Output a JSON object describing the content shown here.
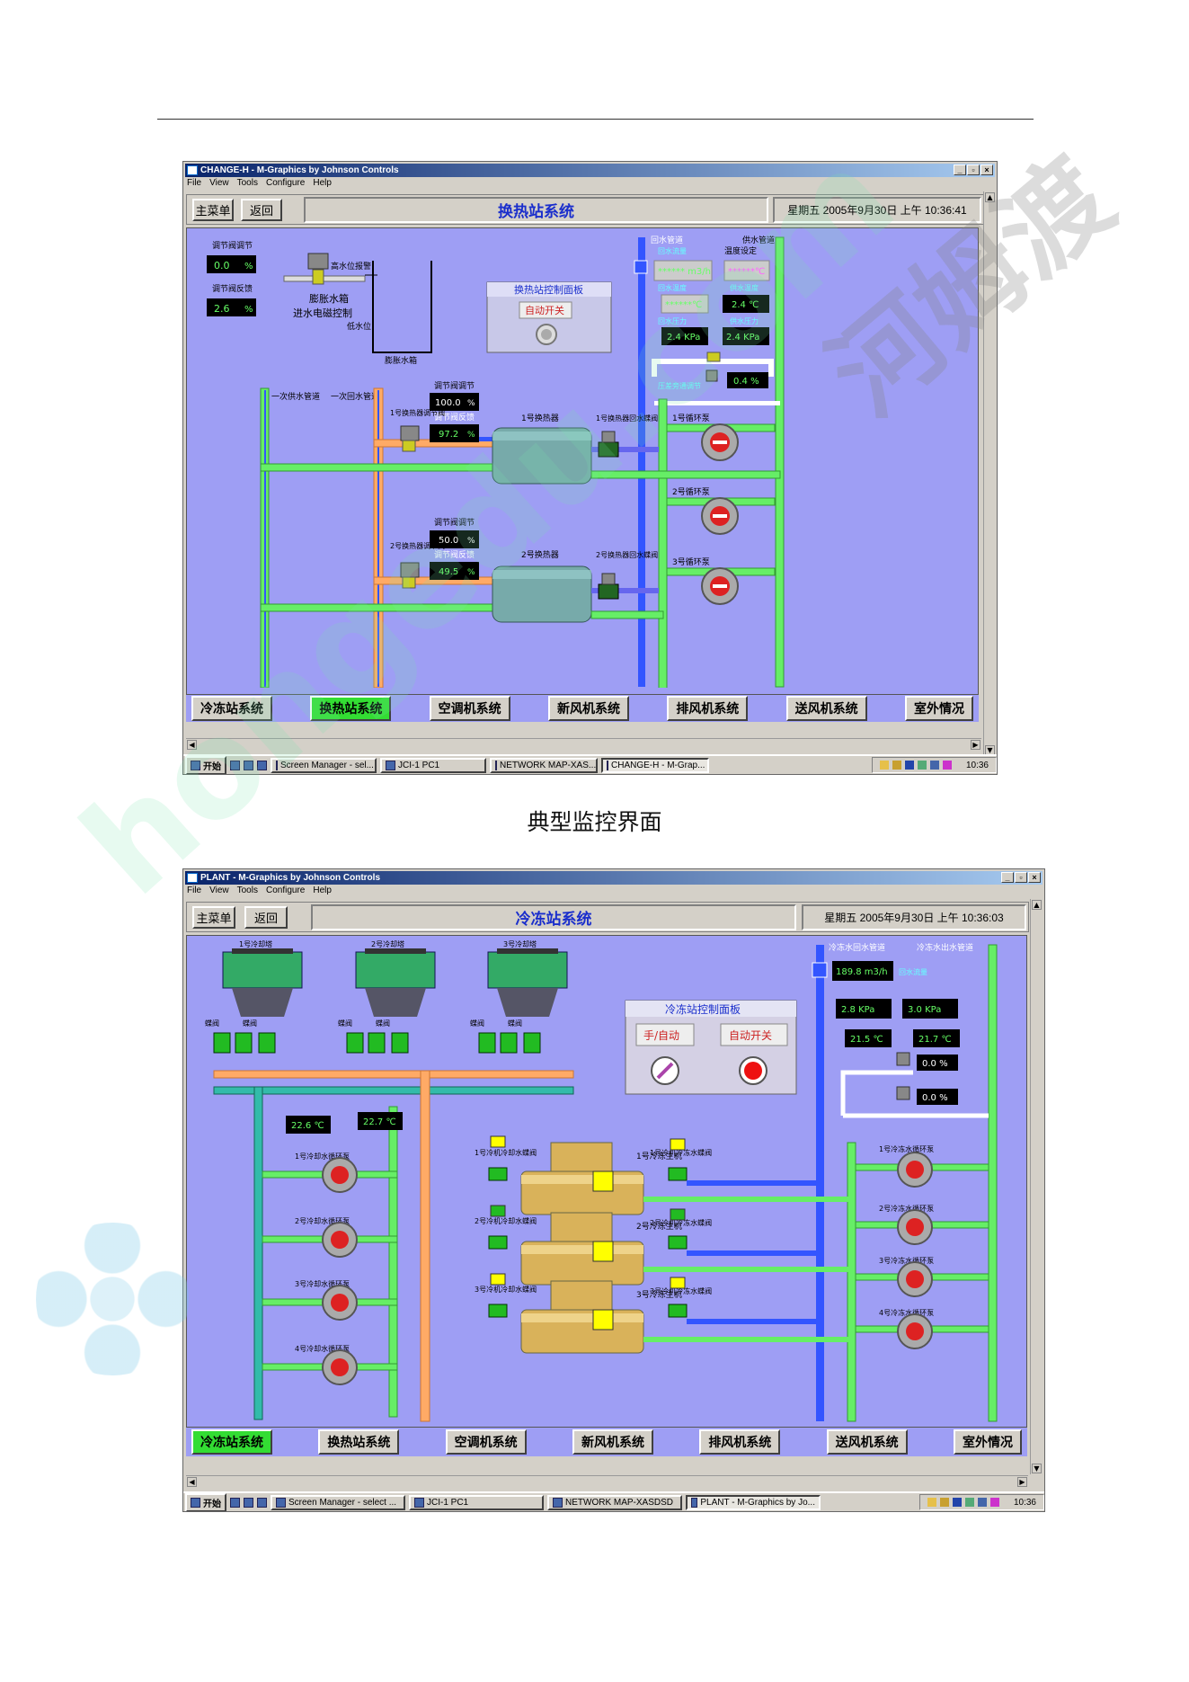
{
  "caption": "典型监控界面",
  "win1": {
    "title": "CHANGE-H - M-Graphics by Johnson Controls",
    "menu": [
      "File",
      "View",
      "Tools",
      "Configure",
      "Help"
    ],
    "btn_main": "主菜单",
    "btn_back": "返回",
    "page_title": "换热站系统",
    "datetime": "星期五  2005年9月30日  上午 10:36:41",
    "labels": {
      "reg_adjust": "调节阀调节",
      "reg_feedback": "调节阀反馈",
      "tank_l1": "膨胀水箱",
      "tank_l2": "进水电磁控制",
      "high_level": "高水位报警",
      "low_level": "低水位",
      "tank": "膨胀水箱",
      "panel_title": "换热站控制面板",
      "panel_btn": "自动开关",
      "return_pipe": "回水管道",
      "supply_pipe": "供水管道",
      "temp_set": "温度设定",
      "flow": "回水流量",
      "ret_temp": "回水温度",
      "sup_temp": "供水温度",
      "ret_press": "回水压力",
      "sup_press": "供水压力",
      "bypass": "压差旁通调节",
      "pri_supply": "一次供水管道",
      "pri_return": "一次回水管道",
      "hx1_valve": "1号换热器调节阀",
      "hx2_valve": "2号换热器调节阀",
      "hx1": "1号换热器",
      "hx2": "2号换热器",
      "hx1_ret": "1号换热器回水蝶阀",
      "hx2_ret": "2号换热器回水蝶阀",
      "pump1": "1号循环泵",
      "pump2": "2号循环泵",
      "pump3": "3号循环泵",
      "reg_adj2": "调节阀调节",
      "reg_fb2": "调节阀反馈"
    },
    "values": {
      "reg_adjust": "0.0",
      "reg_feedback": "2.6",
      "pct": "%",
      "flow": "****** m3/h",
      "temp_set": "******℃",
      "ret_temp": "******℃",
      "sup_temp": "2.4 ℃",
      "ret_press": "2.4 KPa",
      "sup_press": "2.4 KPa",
      "bypass": "0.4 %",
      "hx1_adj": "100.0",
      "hx1_fb": "97.2",
      "hx2_adj": "50.0",
      "hx2_fb": "49.5"
    },
    "nav": [
      "冷冻站系统",
      "换热站系统",
      "空调机系统",
      "新风机系统",
      "排风机系统",
      "送风机系统",
      "室外情况"
    ],
    "nav_active": 1,
    "taskbar": {
      "start": "开始",
      "items": [
        "Screen Manager - sel...",
        "JCI-1    PC1",
        "NETWORK MAP-XAS...",
        "CHANGE-H - M-Grap..."
      ],
      "clock": "10:36"
    }
  },
  "win2": {
    "title": "PLANT - M-Graphics by Johnson Controls",
    "menu": [
      "File",
      "View",
      "Tools",
      "Configure",
      "Help"
    ],
    "btn_main": "主菜单",
    "btn_back": "返回",
    "page_title": "冷冻站系统",
    "datetime": "星期五  2005年9月30日  上午 10:36:03",
    "labels": {
      "tower1": "1号冷却塔",
      "tower2": "2号冷却塔",
      "tower3": "3号冷却塔",
      "valve": "蝶阀",
      "panel_title": "冷冻站控制面板",
      "manual_auto": "手/自动",
      "auto_switch": "自动开关",
      "ret_pipe": "冷冻水回水管道",
      "sup_pipe": "冷冻水出水管道",
      "flow": "回水流量",
      "cw1": "1号冷却水循环泵",
      "cw2": "2号冷却水循环泵",
      "cw3": "3号冷却水循环泵",
      "cw4": "4号冷却水循环泵",
      "ch1": "1号冷冻主机",
      "ch2": "2号冷冻主机",
      "ch3": "3号冷冻主机",
      "cv1": "1号冷机冷却水蝶阀",
      "cv2": "2号冷机冷却水蝶阀",
      "cv3": "3号冷机冷却水蝶阀",
      "ev1": "1号冷机冷冻水蝶阀",
      "ev2": "2号冷机冷冻水蝶阀",
      "ev3": "3号冷机冷冻水蝶阀",
      "chw1": "1号冷冻水循环泵",
      "chw2": "2号冷冻水循环泵",
      "chw3": "3号冷冻水循环泵",
      "chw4": "4号冷冻水循环泵"
    },
    "values": {
      "flow": "189.8 m3/h",
      "press1": "2.8 KPa",
      "press2": "3.0 KPa",
      "temp1": "21.5 ℃",
      "temp2": "21.7 ℃",
      "pct1": "0.0 %",
      "pct2": "0.0 %",
      "cw_temp1": "22.6 ℃",
      "cw_temp2": "22.7 ℃"
    },
    "nav": [
      "冷冻站系统",
      "换热站系统",
      "空调机系统",
      "新风机系统",
      "排风机系统",
      "送风机系统",
      "室外情况"
    ],
    "nav_active": 0,
    "taskbar": {
      "start": "开始",
      "items": [
        "Screen Manager - select ...",
        "JCI-1    PC1",
        "NETWORK MAP-XASDSD",
        "PLANT - M-Graphics by Jo..."
      ],
      "clock": "10:36"
    }
  },
  "watermark": {
    "text1": "河姆渡",
    "text2": "hongedu.com"
  },
  "colors": {
    "canvas": "#9e9ef4",
    "supply": "#66ee66",
    "return": "#ffaa66",
    "blue_pipe": "#3355ff",
    "lcd_bg": "#000000",
    "lcd_fg": "#66ff66",
    "nav_active": "#33dd33",
    "title_blue": "#1a2ecc"
  }
}
